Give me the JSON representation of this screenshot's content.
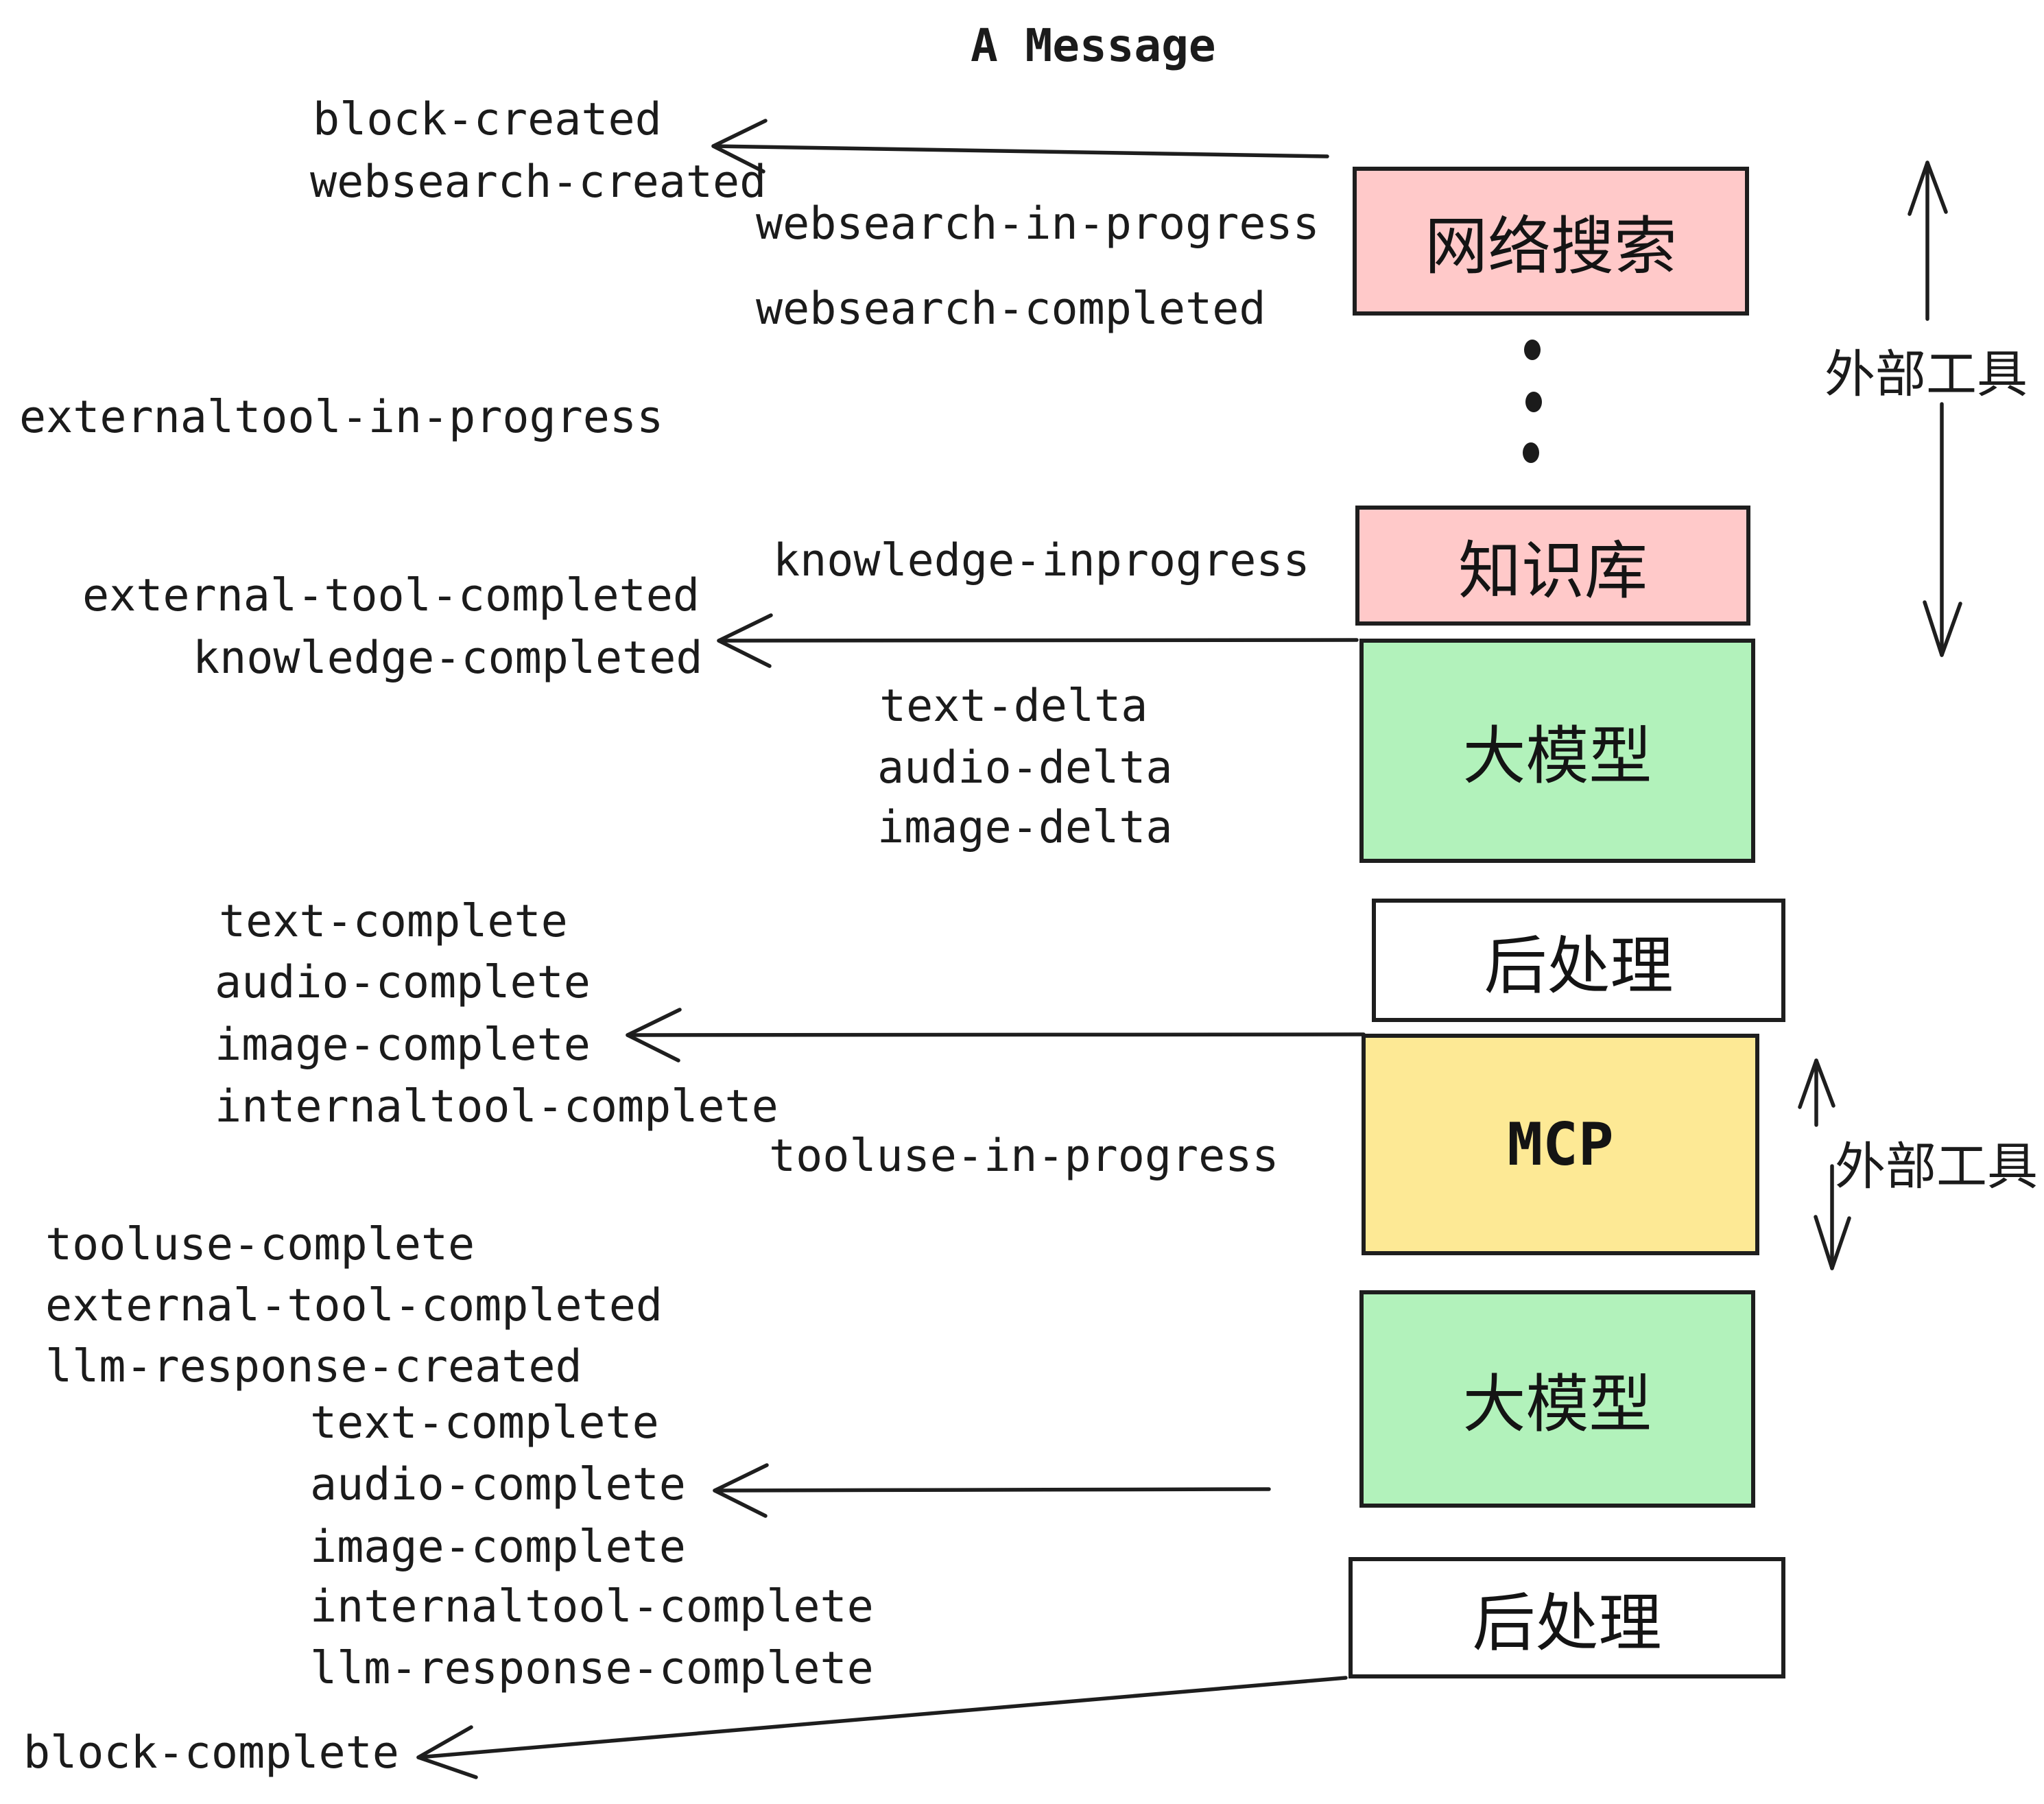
{
  "title": "A Message",
  "events": [
    "block-created",
    "websearch-created",
    "websearch-in-progress",
    "websearch-completed",
    "externaltool-in-progress",
    "knowledge-inprogress",
    "external-tool-completed",
    "knowledge-completed",
    "text-delta",
    "audio-delta",
    "image-delta",
    "text-complete",
    "audio-complete",
    "image-complete",
    "internaltool-complete",
    "tooluse-in-progress",
    "tooluse-complete",
    "external-tool-completed",
    "llm-response-created",
    "text-complete",
    "audio-complete",
    "image-complete",
    "internaltool-complete",
    "llm-response-complete",
    "block-complete"
  ],
  "nodes": {
    "websearch": {
      "label": "网络搜索",
      "fill": "#ffc9c9"
    },
    "knowledge": {
      "label": "知识库",
      "fill": "#ffc9c9"
    },
    "llm_top": {
      "label": "大模型",
      "fill": "#b2f2bb"
    },
    "post_top": {
      "label": "后处理",
      "fill": "#ffffff"
    },
    "mcp": {
      "label": "MCP",
      "fill": "#fde995"
    },
    "llm_bottom": {
      "label": "大模型",
      "fill": "#b2f2bb"
    },
    "post_bottom": {
      "label": "后处理",
      "fill": "#ffffff"
    }
  },
  "side_labels": {
    "external_tools_top": "外部工具",
    "external_tools_mcp": "外部工具"
  },
  "icons": {
    "vertical_ellipsis": "⋮",
    "arrow_left": "←",
    "arrow_up": "↑",
    "arrow_down": "↓"
  },
  "colors": {
    "ink": "#1e1e1e",
    "pink": "#ffc9c9",
    "green": "#b2f2bb",
    "yellow": "#fde995",
    "background": "#ffffff"
  }
}
